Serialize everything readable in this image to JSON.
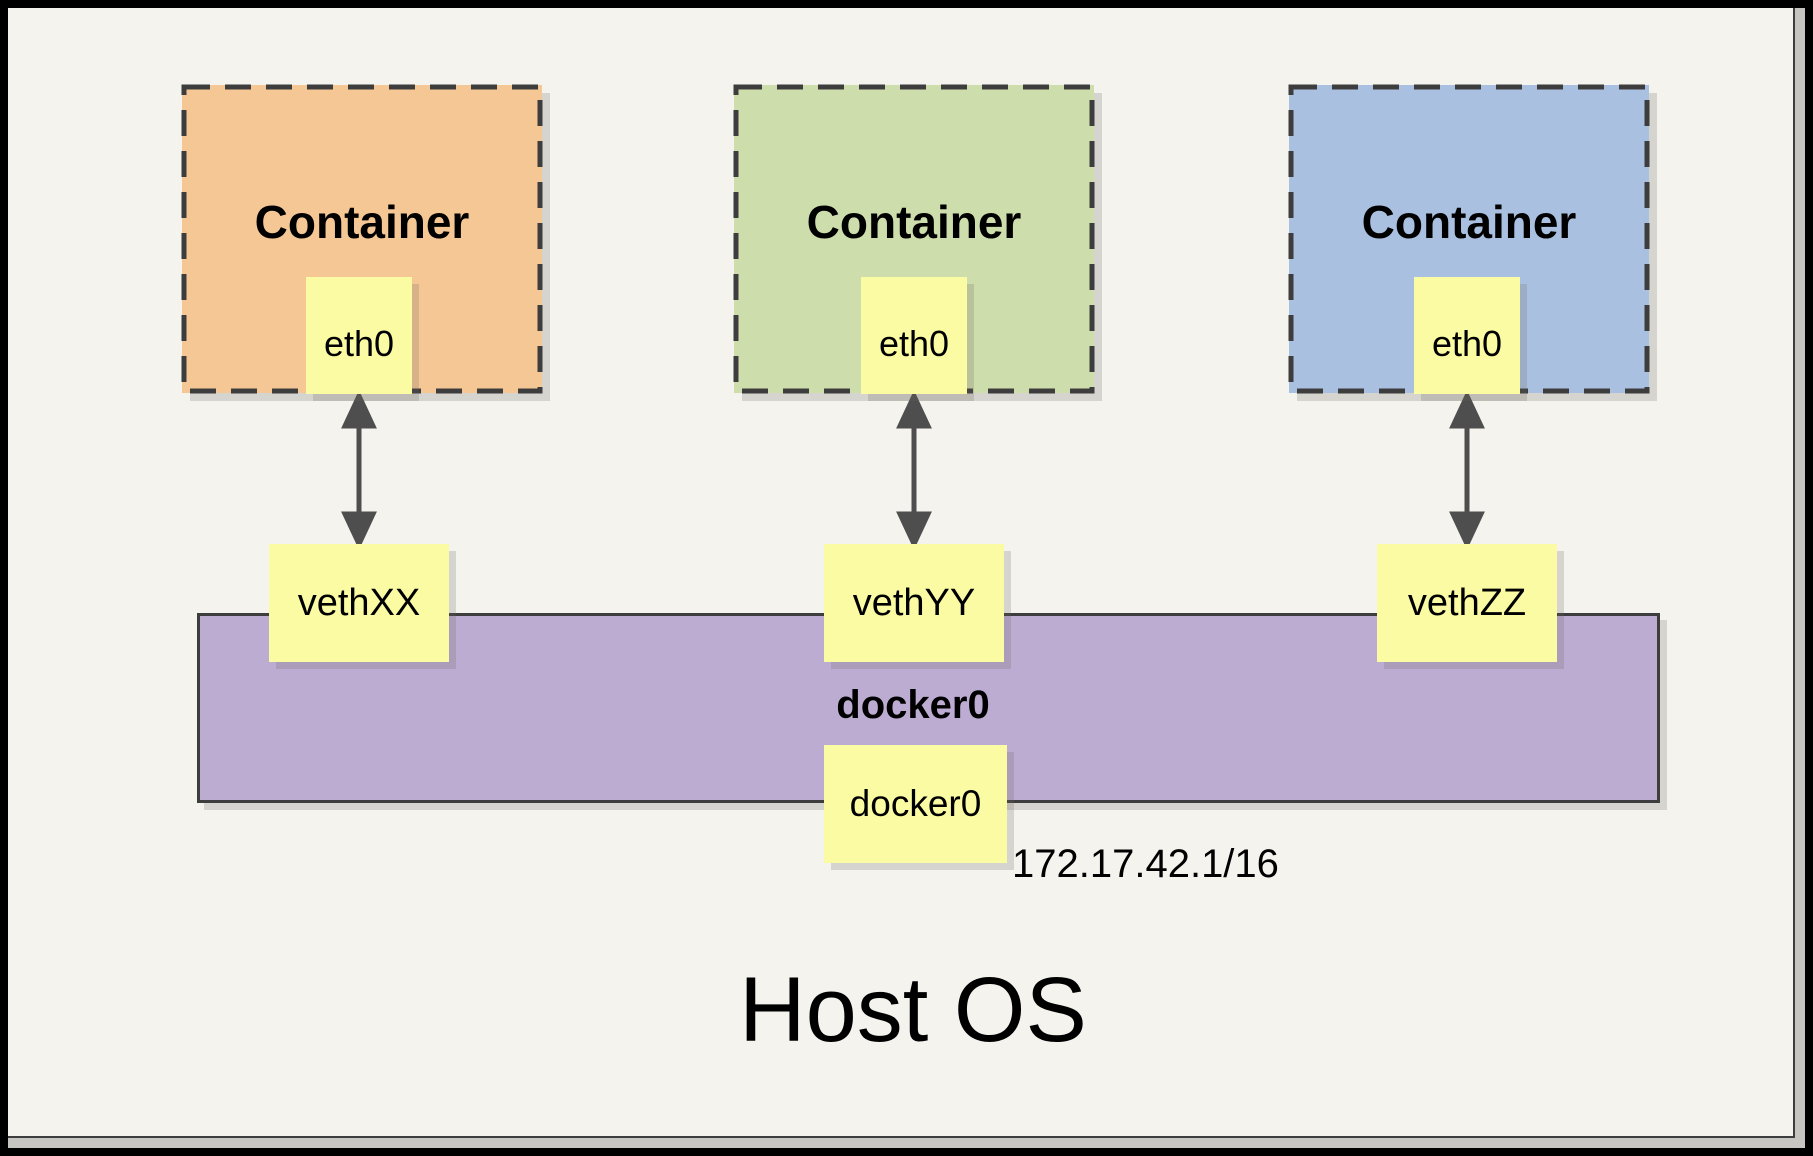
{
  "frame": {
    "canvas_background": "#F4F3EE",
    "frame_color": "#000000",
    "page_shadow_color": "#C6C5C1"
  },
  "containers": [
    {
      "title": "Container",
      "interface": "eth0",
      "veth": "vethXX",
      "fill": "#F5C795"
    },
    {
      "title": "Container",
      "interface": "eth0",
      "veth": "vethYY",
      "fill": "#CEDDAC"
    },
    {
      "title": "Container",
      "interface": "eth0",
      "veth": "vethZZ",
      "fill": "#AAC0E0"
    }
  ],
  "bridge": {
    "name": "docker0",
    "interface": "docker0",
    "ip": "172.17.42.1/16",
    "fill": "#BDACD2"
  },
  "host": {
    "title": "Host OS"
  },
  "styles": {
    "node_fill": "#FBFBA3",
    "dash_color": "#3D3D3D",
    "arrow_color": "#4E4E4E"
  }
}
